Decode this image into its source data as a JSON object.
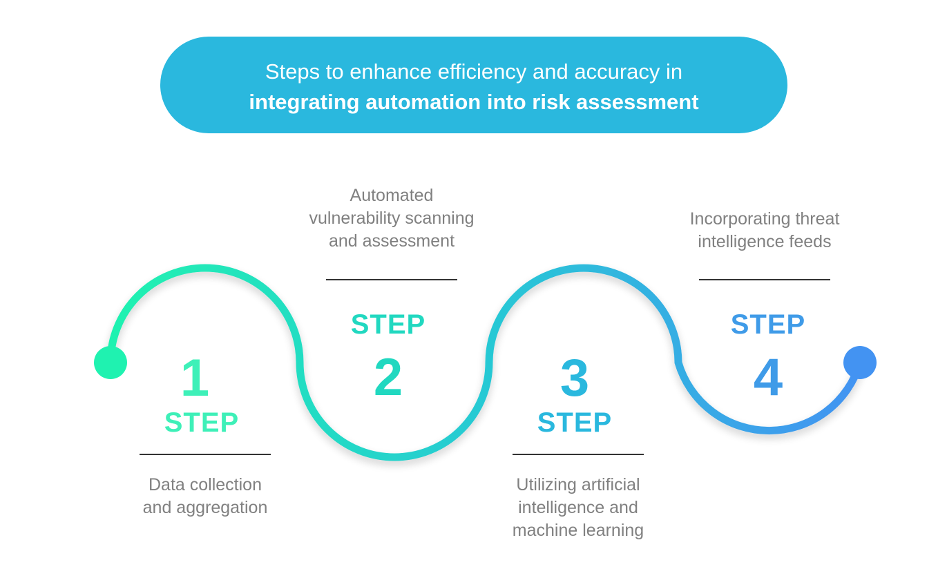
{
  "header": {
    "line1": "Steps to enhance efficiency and accuracy in",
    "line2": "integrating automation into risk assessment",
    "background_color": "#2ab8de"
  },
  "steps": [
    {
      "number": "1",
      "label": "STEP",
      "description": "Data collection\nand aggregation",
      "color": "#3ef0b8"
    },
    {
      "number": "2",
      "label": "STEP",
      "description": "Automated\nvulnerability scanning\nand assessment",
      "color": "#21d8c0"
    },
    {
      "number": "3",
      "label": "STEP",
      "description": "Utilizing artificial\nintelligence and\nmachine learning",
      "color": "#2ab8de"
    },
    {
      "number": "4",
      "label": "STEP",
      "description": "Incorporating threat\nintelligence feeds",
      "color": "#3f9be8"
    }
  ],
  "wave": {
    "gradient_start": "#1ff2b0",
    "gradient_mid": "#27c9d4",
    "gradient_end": "#4393f2"
  }
}
